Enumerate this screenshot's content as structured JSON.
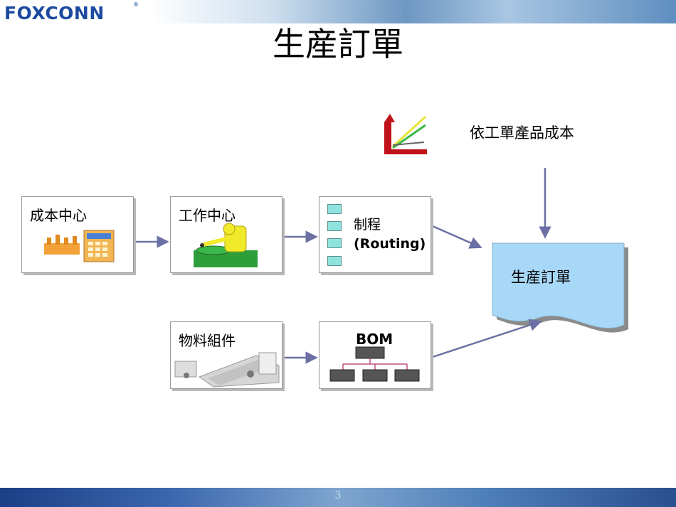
{
  "header": {
    "logo": "FOXCONN",
    "registered": "®"
  },
  "slide": {
    "title": "生産訂單",
    "page_number": "3"
  },
  "diagram": {
    "cost_label": "依工單產品成本",
    "nodes": {
      "cost_center": "成本中心",
      "work_center": "工作中心",
      "routing_line1": "制程",
      "routing_line2": "(Routing)",
      "material": "物料組件",
      "bom": "BOM",
      "production_order": "生産訂單"
    },
    "colors": {
      "arrow": "#6b6fa3",
      "order_fill": "#a8d8f8",
      "routing_step": "#8fe3df",
      "bom_node": "#555555"
    }
  }
}
